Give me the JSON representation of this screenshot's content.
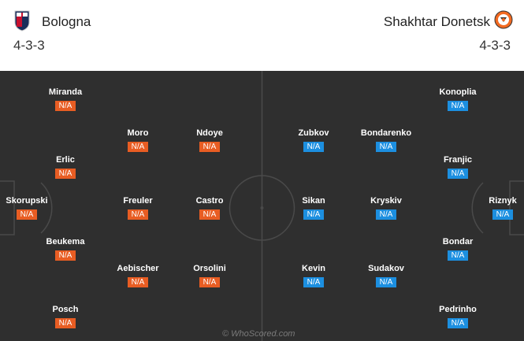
{
  "home": {
    "name": "Bologna",
    "formation": "4-3-3",
    "crest_icon": "bologna-crest-icon",
    "color": "#e85d23",
    "players": [
      {
        "name": "Skorupski",
        "rating": "N/A"
      },
      {
        "name": "Miranda",
        "rating": "N/A"
      },
      {
        "name": "Erlic",
        "rating": "N/A"
      },
      {
        "name": "Beukema",
        "rating": "N/A"
      },
      {
        "name": "Posch",
        "rating": "N/A"
      },
      {
        "name": "Moro",
        "rating": "N/A"
      },
      {
        "name": "Freuler",
        "rating": "N/A"
      },
      {
        "name": "Aebischer",
        "rating": "N/A"
      },
      {
        "name": "Ndoye",
        "rating": "N/A"
      },
      {
        "name": "Castro",
        "rating": "N/A"
      },
      {
        "name": "Orsolini",
        "rating": "N/A"
      }
    ]
  },
  "away": {
    "name": "Shakhtar Donetsk",
    "formation": "4-3-3",
    "crest_icon": "shakhtar-crest-icon",
    "color": "#1c8fe0",
    "players": [
      {
        "name": "Zubkov",
        "rating": "N/A"
      },
      {
        "name": "Sikan",
        "rating": "N/A"
      },
      {
        "name": "Kevin",
        "rating": "N/A"
      },
      {
        "name": "Bondarenko",
        "rating": "N/A"
      },
      {
        "name": "Kryskiv",
        "rating": "N/A"
      },
      {
        "name": "Sudakov",
        "rating": "N/A"
      },
      {
        "name": "Konoplia",
        "rating": "N/A"
      },
      {
        "name": "Franjic",
        "rating": "N/A"
      },
      {
        "name": "Bondar",
        "rating": "N/A"
      },
      {
        "name": "Pedrinho",
        "rating": "N/A"
      },
      {
        "name": "Riznyk",
        "rating": "N/A"
      }
    ]
  },
  "watermark": "© WhoScored.com",
  "pitch_color": "#2f2f2f"
}
